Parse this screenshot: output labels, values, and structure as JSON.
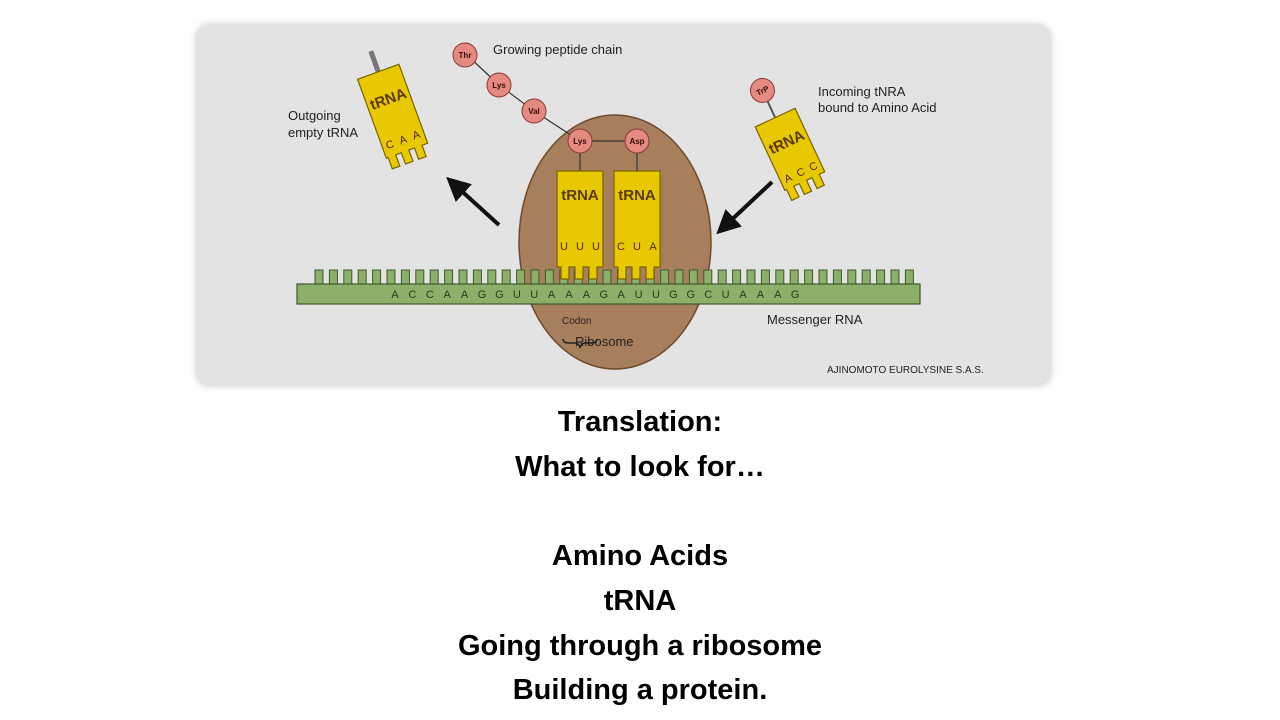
{
  "diagram": {
    "labels": {
      "growing_chain": "Growing peptide chain",
      "outgoing_1": "Outgoing",
      "outgoing_2": "empty tRNA",
      "incoming_1": "Incoming tNRA",
      "incoming_2": "bound to Amino Acid",
      "codon": "Codon",
      "ribosome": "Ribosome",
      "mrna": "Messenger RNA",
      "credit": "AJINOMOTO EUROLYSINE S.A.S."
    },
    "amino_acids": {
      "thr": "Thr",
      "lys_chain": "Lys",
      "val": "Val",
      "lys_bound": "Lys",
      "asp": "Asp",
      "trp": "TrP"
    },
    "trna_label": "tRNA",
    "anticodons": {
      "outgoing": [
        "C",
        "A",
        "A"
      ],
      "left": [
        "U",
        "U",
        "U"
      ],
      "right": [
        "C",
        "U",
        "A"
      ],
      "incoming": [
        "A",
        "C",
        "C"
      ]
    },
    "mrna_sequence": [
      "A",
      "C",
      "C",
      "A",
      "A",
      "G",
      "G",
      "U",
      "U",
      "A",
      "A",
      "A",
      "G",
      "A",
      "U",
      "U",
      "G",
      "G",
      "C",
      "U",
      "A",
      "A",
      "A",
      "G"
    ],
    "colors": {
      "trna": "#e8c800",
      "ribosome": "#a87f5c",
      "mrna": "#8cb06a",
      "amino_acid": "#e58a80"
    }
  },
  "caption": {
    "title": "Translation:",
    "subtitle": "What to look for…",
    "items": [
      "Amino Acids",
      "tRNA",
      "Going through a ribosome",
      "Building a protein."
    ]
  }
}
